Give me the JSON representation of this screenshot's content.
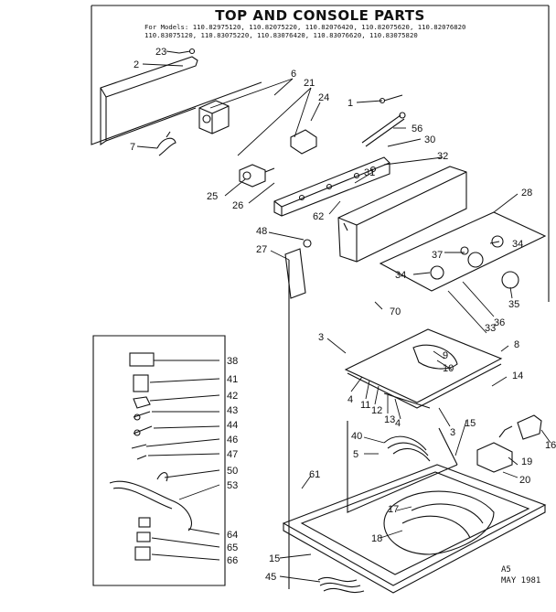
{
  "title": "TOP AND CONSOLE PARTS",
  "models": {
    "line1": "For Models: 110.82975120, 110.82075220, 110.82076420, 110.82075620, 110.82076820",
    "line2": "110.83075120, 110.83075220, 110.83076420, 110.83076620, 110.83075820"
  },
  "footer": {
    "code": "A5",
    "date": "MAY 1981"
  },
  "callouts": [
    "23",
    "2",
    "6",
    "7",
    "21",
    "24",
    "1",
    "56",
    "30",
    "32",
    "31",
    "25",
    "26",
    "62",
    "28",
    "48",
    "27",
    "34",
    "37",
    "34",
    "35",
    "36",
    "33",
    "70",
    "3",
    "8",
    "9",
    "10",
    "14",
    "4",
    "11",
    "12",
    "13",
    "4",
    "3",
    "15",
    "16",
    "40",
    "5",
    "19",
    "20",
    "61",
    "17",
    "18",
    "15",
    "45",
    "38",
    "41",
    "42",
    "43",
    "44",
    "46",
    "47",
    "50",
    "53",
    "64",
    "65",
    "66"
  ]
}
